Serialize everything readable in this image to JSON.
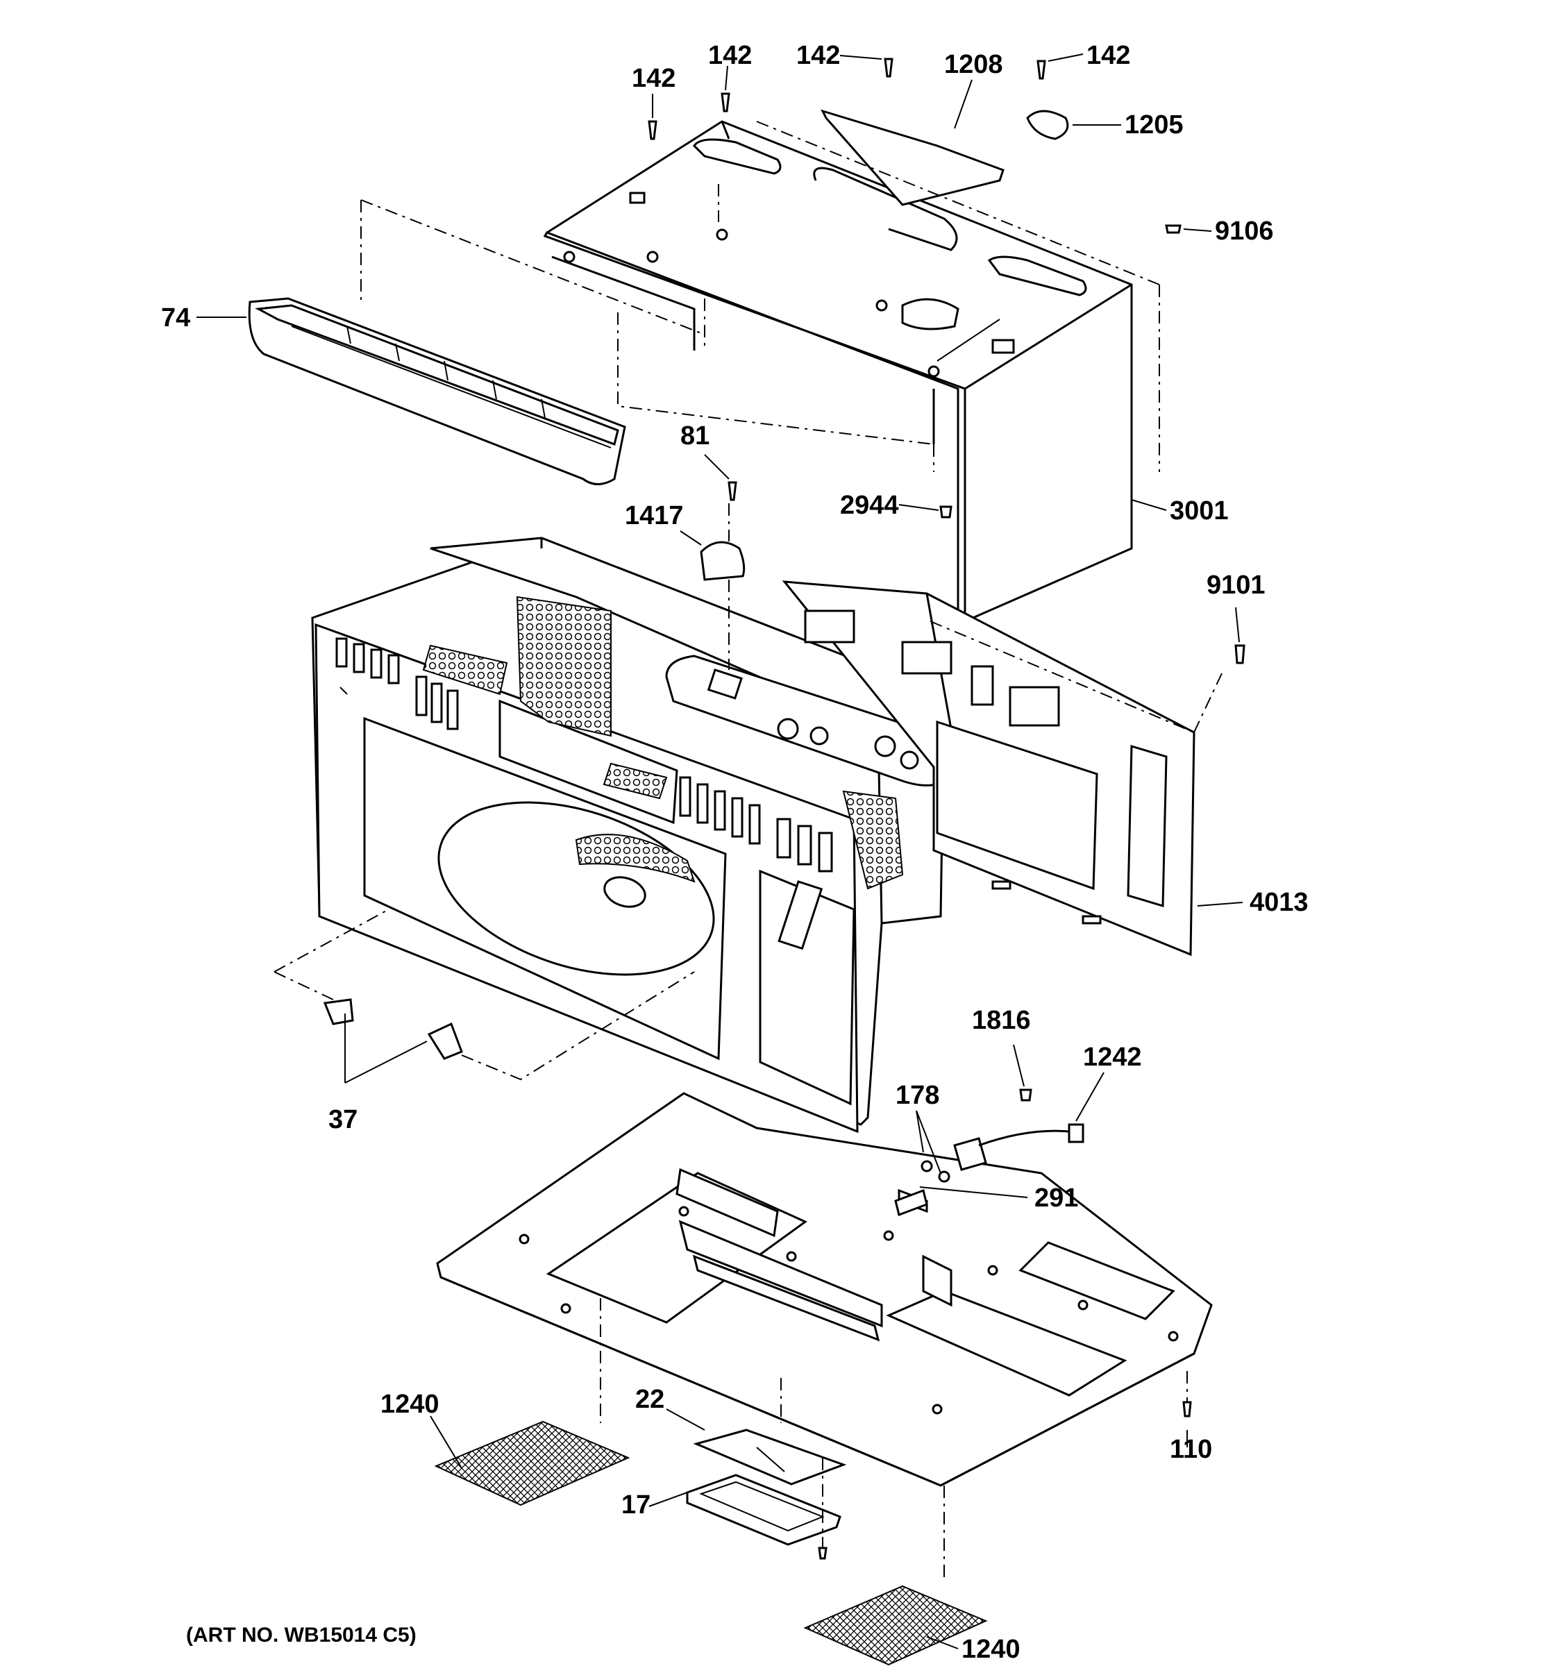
{
  "diagram": {
    "art_number": "(ART NO. WB15014 C5)",
    "callouts": {
      "c142a": "142",
      "c142b": "142",
      "c142c": "142",
      "c142d": "142",
      "c1208": "1208",
      "c1205": "1205",
      "c9106": "9106",
      "c74": "74",
      "c81": "81",
      "c1417": "1417",
      "c2944": "2944",
      "c3001": "3001",
      "c9101": "9101",
      "c4013": "4013",
      "c1816": "1816",
      "c1242": "1242",
      "c178": "178",
      "c291": "291",
      "c37": "37",
      "c1240a": "1240",
      "c22": "22",
      "c17": "17",
      "c110": "110",
      "c1240b": "1240"
    }
  }
}
